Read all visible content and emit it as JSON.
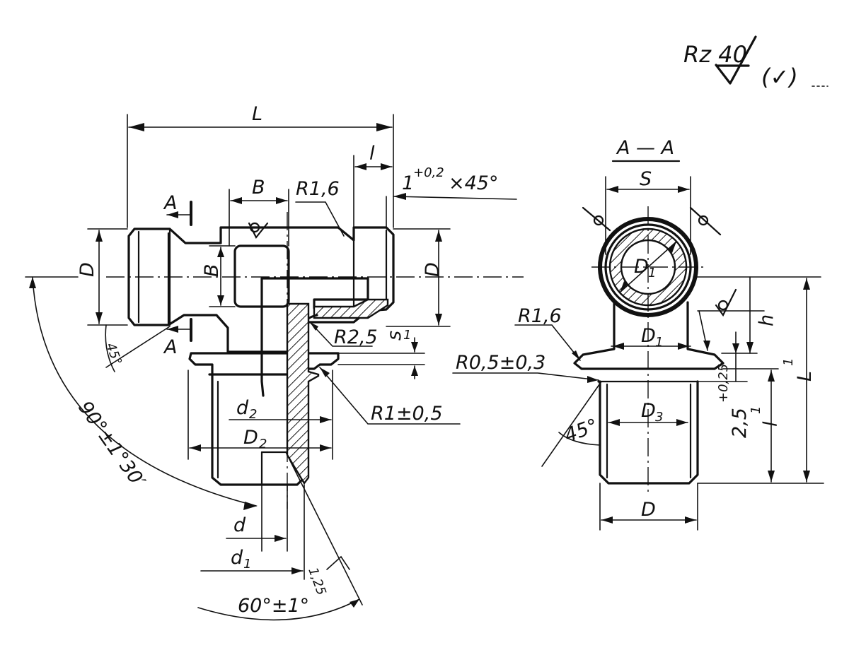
{
  "roughness": {
    "symbol": "Rz 40",
    "paren": "(✓)"
  },
  "section": {
    "title": "A — A"
  },
  "labels": {
    "L": "L",
    "l": "l",
    "chamfer": "1",
    "chamfer_sup": "+0,2",
    "chamfer_tail": "×45°",
    "A_top": "A",
    "A_bot": "A",
    "B_top": "B",
    "B_side": "B",
    "R16_left": "R1,6",
    "D_left": "D",
    "D_right": "D",
    "R25": "R2,5",
    "s1": "s",
    "s1_sub": "1",
    "angle45_left": "45°",
    "angle90": "90°±1°30′",
    "d2": "d",
    "d2_sub": "2",
    "D2": "D",
    "D2_sub": "2",
    "R1": "R1±0,5",
    "d": "d",
    "d1": "d",
    "d1_sub": "1",
    "taper": "1,25",
    "angle60": "60°±1°",
    "S": "S",
    "D1_top": "D",
    "D1_top_sub": "1",
    "D1_mid": "D",
    "D1_mid_sub": "1",
    "R16_right": "R1,6",
    "R05": "R0,5±0,3",
    "h": "h",
    "L1": "L",
    "L1_sub": "1",
    "l1": "l",
    "l1_sub": "1",
    "tol": "2,5",
    "tol_sup": "+0,25",
    "D3": "D",
    "D3_sub": "3",
    "angle45_right": "45°",
    "D_bottom": "D"
  }
}
